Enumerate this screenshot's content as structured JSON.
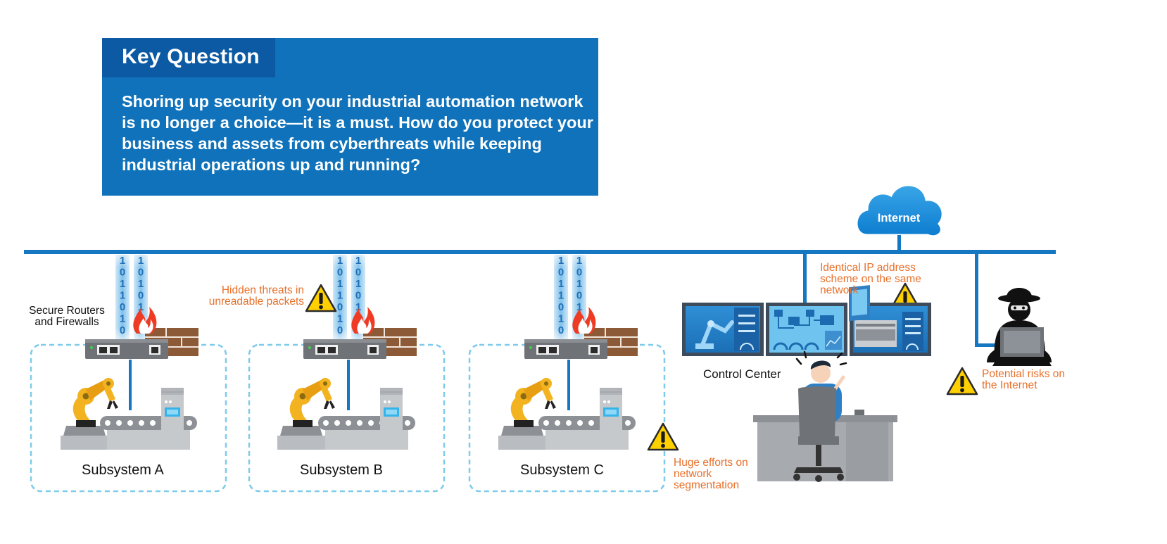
{
  "key_question": {
    "title": "Key Question",
    "body": "Shoring up security on your industrial automation network is no longer a choice—it is a must. How do you protect your business and assets from cyberthreats while keeping industrial operations up and running?"
  },
  "internet": {
    "label": "Internet"
  },
  "labels": {
    "secure_routers": "Secure Routers and Firewalls",
    "hidden_threats": "Hidden threats in unreadable packets",
    "identical_ip": "Identical IP address scheme on the same network",
    "control_center": "Control Center",
    "potential_risks": "Potential risks on the Internet",
    "huge_efforts": "Huge efforts on network segmentation"
  },
  "subsystems": [
    {
      "name": "Subsystem A"
    },
    {
      "name": "Subsystem B"
    },
    {
      "name": "Subsystem C"
    }
  ],
  "binary_stream": {
    "left_column": [
      "1",
      "0",
      "1",
      "1",
      "0",
      "1",
      "0"
    ],
    "right_column": [
      "1",
      "0",
      "1",
      "0",
      "1",
      "0",
      "1"
    ]
  },
  "colors": {
    "key_question_box": "#0f72ba",
    "key_question_tab": "#0b5aa3",
    "network_line": "#1577c2",
    "warning_orange": "#e8702a",
    "warning_yellow": "#ffd000",
    "robot_yellow": "#f3b320"
  },
  "icons": [
    "cloud-icon",
    "router-icon",
    "firewall-icon",
    "flame-icon",
    "warning-icon",
    "robot-arm-icon",
    "conveyor-icon",
    "machine-cabinet-icon",
    "monitor-icon",
    "operator-icon",
    "hacker-icon"
  ]
}
